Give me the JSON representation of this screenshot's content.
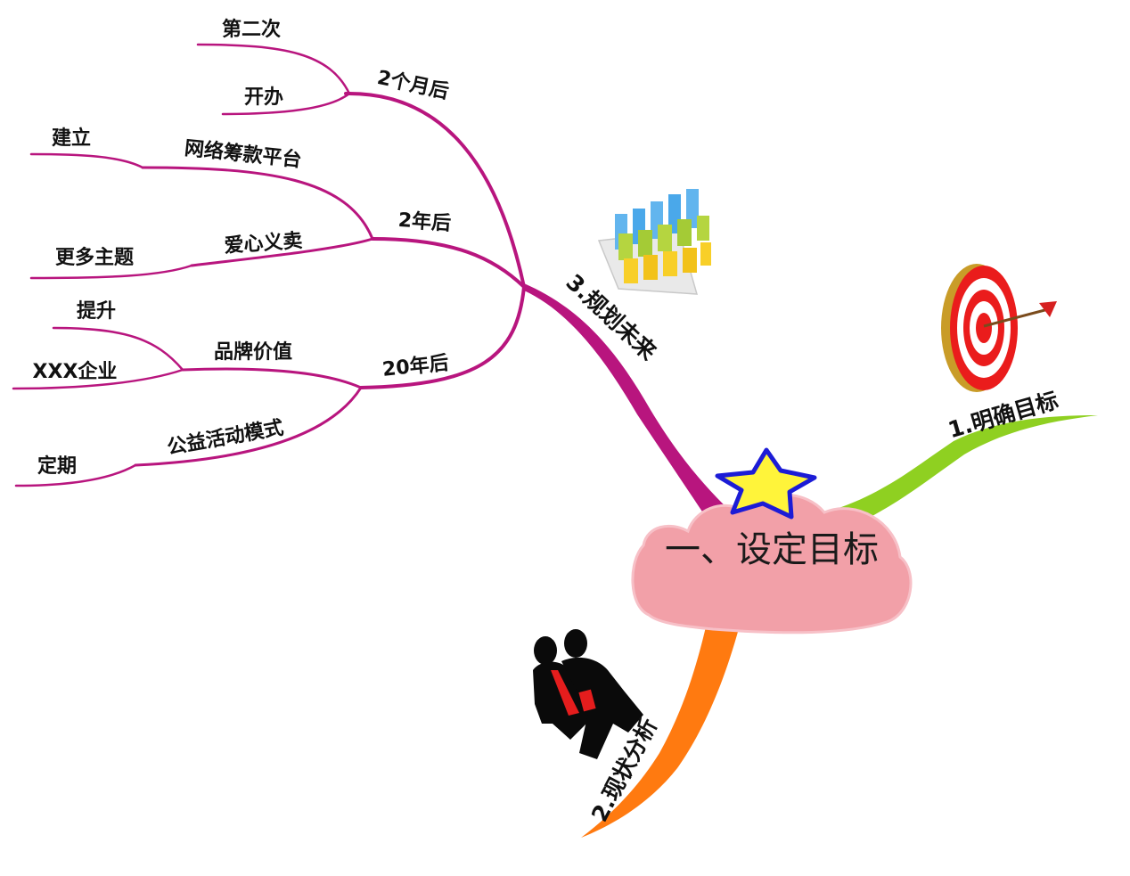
{
  "central": {
    "title": "一、设定目标",
    "cloud_color": "#f2a0a8",
    "star_fill": "#fff43a",
    "star_stroke": "#1c1cd6"
  },
  "branches": {
    "goal": {
      "label": "1.明确目标",
      "color": "#8fd021",
      "icon": "target-icon"
    },
    "status": {
      "label": "2.现状分析",
      "color": "#ff7a10",
      "icon": "businessmen-icon"
    },
    "planning": {
      "label": "3.规划未来",
      "color": "#b8157e",
      "icon": "bar-chart-icon"
    }
  },
  "planning_children": {
    "two_months": {
      "label": "2个月后",
      "leaves": [
        "第二次",
        "开办"
      ]
    },
    "two_years": {
      "label": "2年后",
      "sub1": {
        "label": "网络筹款平台",
        "leaf": "建立"
      },
      "sub2": {
        "label": "爱心义卖",
        "leaf": "更多主题"
      }
    },
    "twenty_years": {
      "label": "20年后",
      "sub1": {
        "label": "品牌价值",
        "leaves": [
          "提升",
          "XXX企业"
        ]
      },
      "sub2": {
        "label": "公益活动模式",
        "leaf": "定期"
      }
    }
  }
}
